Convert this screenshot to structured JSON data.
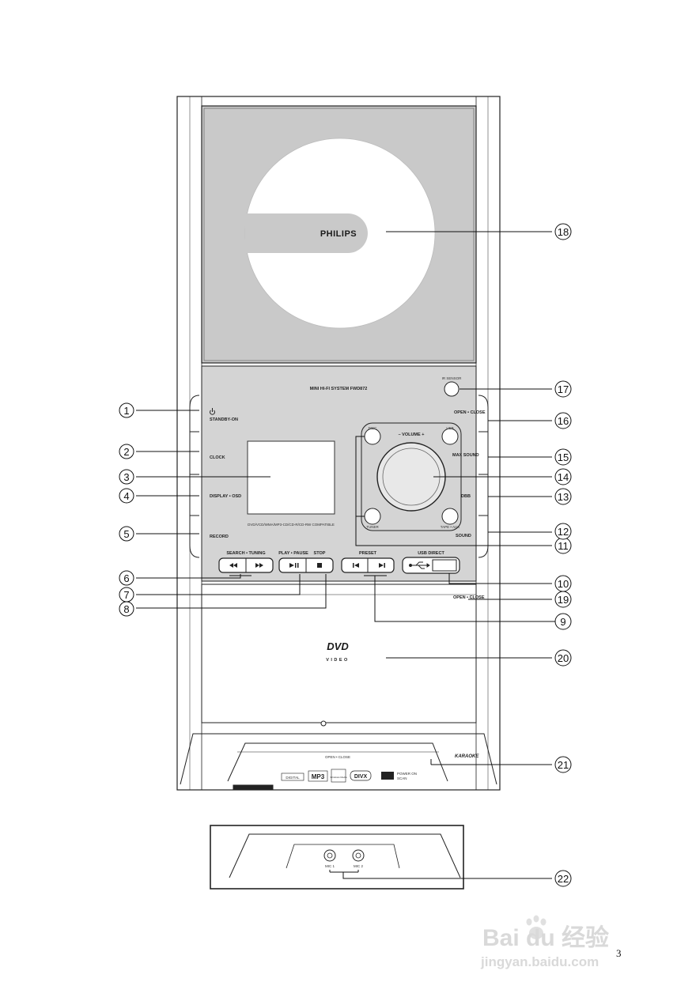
{
  "device": {
    "brand": "PHILIPS",
    "model": "MINI HI-FI SYSTEM FWD872",
    "disc_compat": "DVD/VCD/WMA/MP3-CD/CD-R/CD-RW COMPATIBLE",
    "dvd_logo": "DVD",
    "dvd_sub": "VIDEO",
    "karaoke_logo": "KARAOKE",
    "ir_label": "IR SENSOR",
    "open_close_bottom": "OPEN • CLOSE",
    "bottom_logos": [
      "DIGITAL",
      "MP3",
      "Windows Media",
      "DIVX"
    ],
    "power_label": "POWER ON",
    "power_sub": "SCAN"
  },
  "left_buttons": [
    {
      "num": "1",
      "label": "STANDBY-ON",
      "icon": "power-icon"
    },
    {
      "num": "2",
      "label": "CLOCK"
    },
    {
      "num": "4",
      "label": "DISPLAY • OSD"
    },
    {
      "num": "5",
      "label": "RECORD"
    }
  ],
  "right_buttons": [
    {
      "num": "16",
      "label": "OPEN • CLOSE"
    },
    {
      "num": "15",
      "label": "MAX SOUND"
    },
    {
      "num": "13",
      "label": "DBB"
    },
    {
      "num": "12",
      "label": "SOUND"
    }
  ],
  "source_buttons": {
    "disc": "DISC",
    "usb": "USB",
    "tuner": "TUNER",
    "tape_aux": "TAPE • AUX",
    "volume": "– VOLUME +"
  },
  "transport": {
    "search_tuning": "SEARCH • TUNING",
    "play_pause": "PLAY • PAUSE",
    "stop": "STOP",
    "preset": "PRESET",
    "usb_direct": "USB DIRECT"
  },
  "lower_labels": {
    "open_close_19": "OPEN • CLOSE"
  },
  "mic_panel": {
    "mic1": "MIC 1",
    "mic2": "MIC 2"
  },
  "callouts": [
    "1",
    "2",
    "3",
    "4",
    "5",
    "6",
    "7",
    "8",
    "9",
    "10",
    "11",
    "12",
    "13",
    "14",
    "15",
    "16",
    "17",
    "18",
    "19",
    "20",
    "21",
    "22"
  ],
  "watermark": {
    "logo": "Bai du 经验",
    "url": "jingyan.baidu.com"
  },
  "page_number": "3"
}
